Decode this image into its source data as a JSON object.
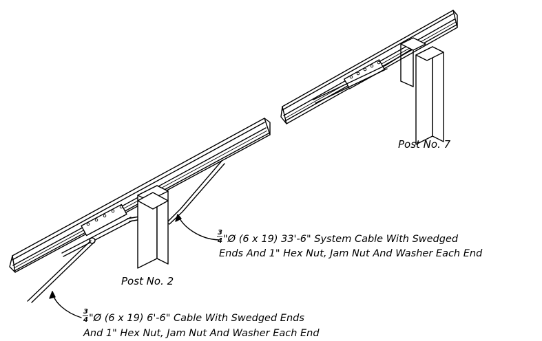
{
  "post_labels": {
    "post_7": "Post No. 7",
    "post_2": "Post No. 2"
  },
  "callouts": {
    "system_cable": {
      "fraction_num": "3",
      "fraction_den": "4",
      "line1_rest": "\"Ø (6 x 19) 33'-6\" System Cable With Swedged",
      "line2": "Ends And 1\" Hex Nut, Jam Nut And Washer Each End"
    },
    "short_cable": {
      "fraction_num": "3",
      "fraction_den": "4",
      "line1_rest": "\"Ø (6 x 19) 6'-6\" Cable With Swedged Ends",
      "line2": "And 1\" Hex Nut, Jam Nut And Washer Each End"
    }
  }
}
